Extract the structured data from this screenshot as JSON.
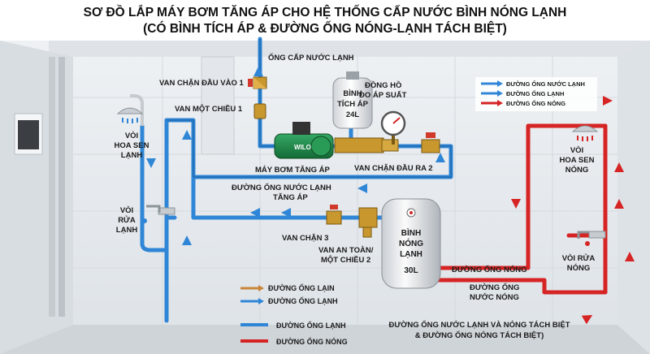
{
  "title": {
    "line1": "SƠ ĐỒ LẮP MÁY BƠM TĂNG ÁP CHO HỆ THỐNG CẤP NƯỚC BÌNH NÓNG LẠNH",
    "line2": "(CÓ BÌNH TÍCH ÁP & ĐƯỜNG ỐNG NÓNG-LẠNH TÁCH BIỆT)"
  },
  "labels": {
    "supply_pipe": "ỐNG CẤP NƯỚC LẠNH",
    "inlet_valve": "VAN CHẶN ĐẦU VÀO 1",
    "check_valve": "VAN MỘT CHIỀU 1",
    "tank_line1": "BÌNH",
    "tank_line2": "TÍCH ÁP",
    "tank_line3": "24L",
    "gauge_line1": "ĐỒNG HỒ",
    "gauge_line2": "ĐO ÁP SUẤT",
    "pump": "MÁY BƠM TĂNG ÁP",
    "pump_brand": "WILO",
    "outlet_valve": "VAN CHẶN ĐẦU RA 2",
    "boost_pipe_line1": "ĐƯỜNG ỐNG NƯỚC LẠNH",
    "boost_pipe_line2": "TĂNG ÁP",
    "valve3": "VAN CHẶN 3",
    "safety_line1": "VAN AN TOÀN/",
    "safety_line2": "MỘT CHIỀU 2",
    "heater_line1": "BÌNH",
    "heater_line2": "NÓNG",
    "heater_line3": "LẠNH",
    "heater_capacity": "30L",
    "cold_shower_line1": "VÒI",
    "cold_shower_line2": "HOA SEN",
    "cold_shower_line3": "LẠNH",
    "cold_tap_line1": "VÒI",
    "cold_tap_line2": "RỬA",
    "cold_tap_line3": "LẠNH",
    "hot_shower_line1": "VÒI",
    "hot_shower_line2": "HOA SEN",
    "hot_shower_line3": "NÓNG",
    "hot_tap_line1": "VÒI RỬA",
    "hot_tap_line2": "NÓNG",
    "hot_pipe": "ĐƯỜNG ỐNG NÓNG",
    "hot_water_line1": "ĐƯỜNG ỐNG",
    "hot_water_line2": "NƯỚC NÓNG",
    "separate_line1": "ĐƯỜNG ỐNG NƯỚC LẠNH VÀ NÓNG TÁCH BIỆT",
    "separate_line2": "& ĐƯỜNG ỐNG NÓNG TÁCH BIỆT)"
  },
  "legend_top": {
    "items": [
      "ĐƯỜNG ỐNG NƯỚC LẠNH",
      "ĐƯỜNG ỐNG LẠNH",
      "ĐƯỜNG ỐNG NÓNG"
    ]
  },
  "legend_mid": {
    "items": [
      "ĐƯỜNG ỐNG LẠIN",
      "ĐƯỜNG ỐNG LẠNH"
    ]
  },
  "legend_bottom": {
    "items": [
      "ĐƯỜNG ỐNG LẠNH",
      "ĐƯỜNG ỐNG NÓNG"
    ]
  },
  "colors": {
    "cold": "#2f86d6",
    "hot": "#d62424",
    "brass": "#c8972e",
    "pump_green": "#1f8a4a",
    "wall": "#e9ecef",
    "floor": "#d5d9de"
  }
}
